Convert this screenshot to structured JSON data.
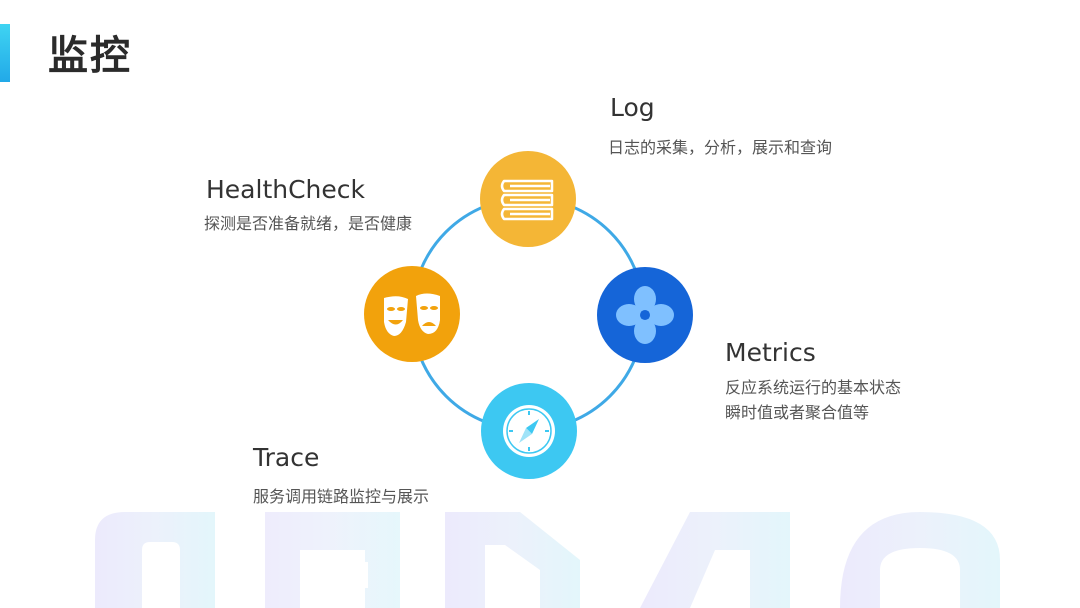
{
  "header": {
    "title": "监控",
    "accent_color": "#22a9e8"
  },
  "sections": {
    "log": {
      "title": "Log",
      "description": "日志的采集，分析，展示和查询",
      "icon": "books-icon",
      "color": "#f4b636"
    },
    "healthcheck": {
      "title": "HealthCheck",
      "description": "探测是否准备就绪，是否健康",
      "icon": "theater-masks-icon",
      "color": "#f2a20c"
    },
    "metrics": {
      "title": "Metrics",
      "description_line1": "反应系统运行的基本状态",
      "description_line2": "瞬时值或者聚合值等",
      "icon": "four-petal-icon",
      "color": "#1565d8"
    },
    "trace": {
      "title": "Trace",
      "description": "服务调用链路监控与展示",
      "icon": "compass-icon",
      "color": "#3dc8f2"
    }
  },
  "ring_color": "#3fa9e6"
}
